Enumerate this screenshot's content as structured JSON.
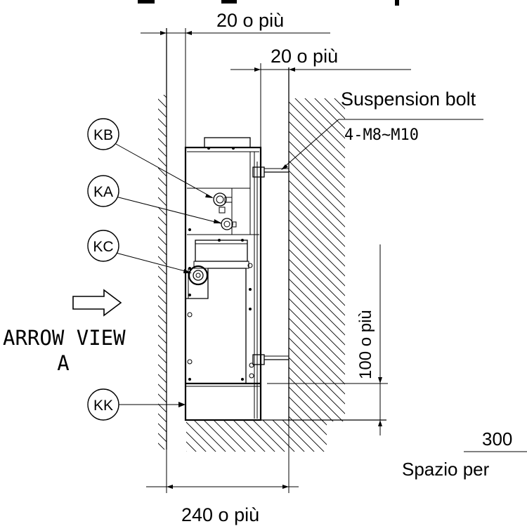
{
  "dimensions": {
    "top_clearance_left": "20 o più",
    "top_clearance_right": "20 o più",
    "vertical_clearance": "100 o più",
    "bottom_width": "240 o più",
    "right_value": "300",
    "right_label": "Spazio per"
  },
  "suspension": {
    "title": "Suspension bolt",
    "spec": "4-M8~M10"
  },
  "arrow_view": {
    "line1": "ARROW VIEW",
    "line2": "A"
  },
  "callouts": {
    "kb": "KB",
    "ka": "KA",
    "kc": "KC",
    "kk": "KK"
  }
}
